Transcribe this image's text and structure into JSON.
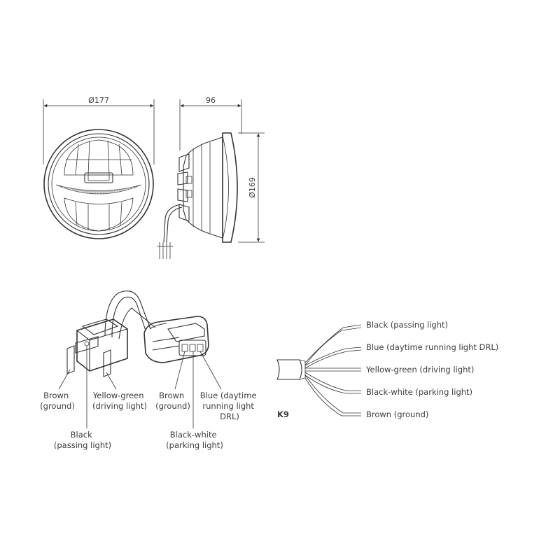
{
  "dimensions": {
    "diameter_front": "Ø177",
    "depth": "96",
    "diameter_back": "Ø169"
  },
  "connector_labels": {
    "h4_brown": [
      "Brown",
      "(ground)"
    ],
    "h4_yellow_green": [
      "Yellow-green",
      "(driving light)"
    ],
    "h4_black": [
      "Black",
      "(passing light)"
    ],
    "plug_brown": [
      "Brown",
      "(ground)"
    ],
    "plug_blue": [
      "Blue (daytime",
      "running light",
      "DRL)"
    ],
    "plug_black_white": [
      "Black-white",
      "(parking light)"
    ]
  },
  "wire_diagram": {
    "code": "K9",
    "wires": [
      "Black (passing light)",
      "Blue (daytime running light DRL)",
      "Yellow-green (driving light)",
      "Black-white (parking light)",
      "Brown (ground)"
    ]
  }
}
